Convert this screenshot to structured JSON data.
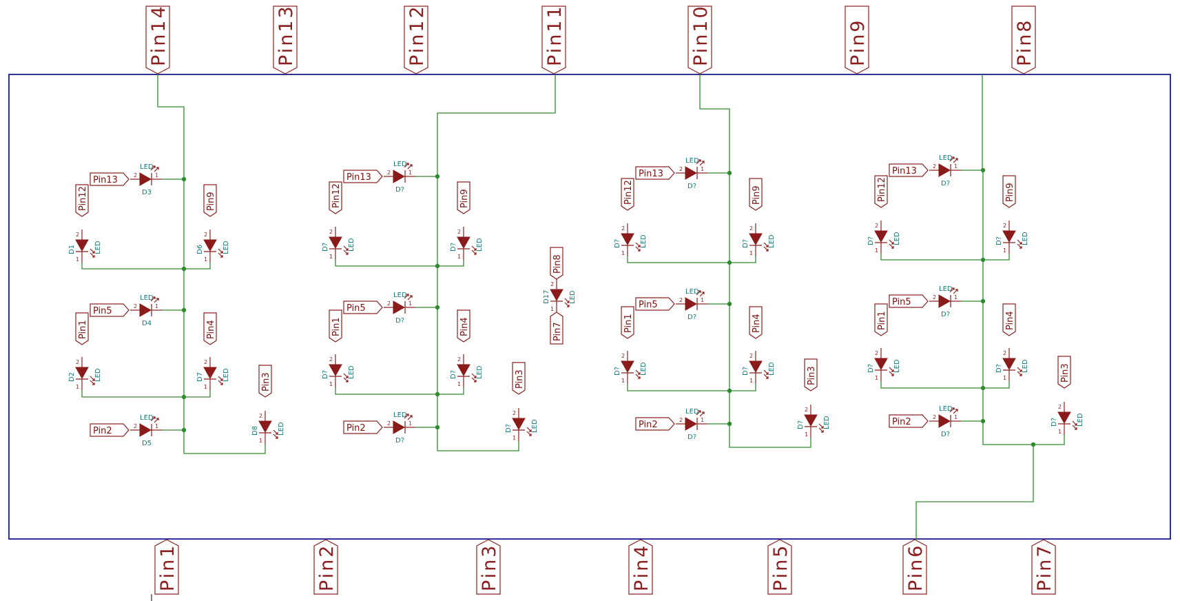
{
  "top_connectors": [
    "Pin14",
    "Pin13",
    "Pin12",
    "Pin11",
    "Pin10",
    "Pin9",
    "Pin8"
  ],
  "bottom_connectors": [
    "Pin1",
    "Pin2",
    "Pin3",
    "Pin4",
    "Pin5",
    "Pin6",
    "Pin7"
  ],
  "digits": [
    {
      "segments": {
        "a": {
          "ref": "D3",
          "value": "LED",
          "net": "Pin13",
          "pin_a": "2",
          "pin_k": "1"
        },
        "f": {
          "ref": "D1",
          "value": "LED",
          "net": "Pin12",
          "pin_a": "2",
          "pin_k": "1"
        },
        "b": {
          "ref": "D6",
          "value": "LED",
          "net": "Pin9",
          "pin_a": "2",
          "pin_k": "1"
        },
        "g": {
          "ref": "D4",
          "value": "LED",
          "net": "Pin5",
          "pin_a": "2",
          "pin_k": "1"
        },
        "e": {
          "ref": "D2",
          "value": "LED",
          "net": "Pin1",
          "pin_a": "2",
          "pin_k": "1"
        },
        "c": {
          "ref": "D7",
          "value": "LED",
          "net": "Pin4",
          "pin_a": "2",
          "pin_k": "1"
        },
        "d": {
          "ref": "D5",
          "value": "LED",
          "net": "Pin2",
          "pin_a": "2",
          "pin_k": "1"
        },
        "dp": {
          "ref": "D8",
          "value": "LED",
          "net": "Pin3",
          "pin_a": "2",
          "pin_k": "1"
        }
      }
    },
    {
      "segments": {
        "a": {
          "ref": "D?",
          "value": "LED",
          "net": "Pin13",
          "pin_a": "2",
          "pin_k": "1"
        },
        "f": {
          "ref": "D?",
          "value": "LED",
          "net": "Pin12",
          "pin_a": "2",
          "pin_k": "1"
        },
        "b": {
          "ref": "D?",
          "value": "LED",
          "net": "Pin9",
          "pin_a": "2",
          "pin_k": "1"
        },
        "g": {
          "ref": "D?",
          "value": "LED",
          "net": "Pin5",
          "pin_a": "2",
          "pin_k": "1"
        },
        "e": {
          "ref": "D?",
          "value": "LED",
          "net": "Pin1",
          "pin_a": "2",
          "pin_k": "1"
        },
        "c": {
          "ref": "D?",
          "value": "LED",
          "net": "Pin4",
          "pin_a": "2",
          "pin_k": "1"
        },
        "d": {
          "ref": "D?",
          "value": "LED",
          "net": "Pin2",
          "pin_a": "2",
          "pin_k": "1"
        },
        "dp": {
          "ref": "D?",
          "value": "LED",
          "net": "Pin3",
          "pin_a": "2",
          "pin_k": "1"
        }
      }
    },
    {
      "segments": {
        "a": {
          "ref": "D?",
          "value": "LED",
          "net": "Pin13",
          "pin_a": "2",
          "pin_k": "1"
        },
        "f": {
          "ref": "D?",
          "value": "LED",
          "net": "Pin12",
          "pin_a": "2",
          "pin_k": "1"
        },
        "b": {
          "ref": "D?",
          "value": "LED",
          "net": "Pin9",
          "pin_a": "2",
          "pin_k": "1"
        },
        "g": {
          "ref": "D?",
          "value": "LED",
          "net": "Pin5",
          "pin_a": "2",
          "pin_k": "1"
        },
        "e": {
          "ref": "D?",
          "value": "LED",
          "net": "Pin1",
          "pin_a": "2",
          "pin_k": "1"
        },
        "c": {
          "ref": "D?",
          "value": "LED",
          "net": "Pin4",
          "pin_a": "2",
          "pin_k": "1"
        },
        "d": {
          "ref": "D?",
          "value": "LED",
          "net": "Pin2",
          "pin_a": "2",
          "pin_k": "1"
        },
        "dp": {
          "ref": "D?",
          "value": "LED",
          "net": "Pin3",
          "pin_a": "2",
          "pin_k": "1"
        }
      }
    },
    {
      "segments": {
        "a": {
          "ref": "D?",
          "value": "LED",
          "net": "Pin13",
          "pin_a": "2",
          "pin_k": "1"
        },
        "f": {
          "ref": "D?",
          "value": "LED",
          "net": "Pin12",
          "pin_a": "2",
          "pin_k": "1"
        },
        "b": {
          "ref": "D?",
          "value": "LED",
          "net": "Pin9",
          "pin_a": "2",
          "pin_k": "1"
        },
        "g": {
          "ref": "D?",
          "value": "LED",
          "net": "Pin5",
          "pin_a": "2",
          "pin_k": "1"
        },
        "e": {
          "ref": "D?",
          "value": "LED",
          "net": "Pin1",
          "pin_a": "2",
          "pin_k": "1"
        },
        "c": {
          "ref": "D?",
          "value": "LED",
          "net": "Pin4",
          "pin_a": "2",
          "pin_k": "1"
        },
        "d": {
          "ref": "D?",
          "value": "LED",
          "net": "Pin2",
          "pin_a": "2",
          "pin_k": "1"
        },
        "dp": {
          "ref": "D?",
          "value": "LED",
          "net": "Pin3",
          "pin_a": "2",
          "pin_k": "1"
        }
      }
    }
  ],
  "colon_led": {
    "ref": "D17",
    "value": "LED",
    "net_top": "Pin8",
    "net_bottom": "Pin7",
    "pin_a": "2",
    "pin_k": "1"
  },
  "colors": {
    "frame": "#1a1a8c",
    "wire": "#2e8b2e",
    "component": "#8b1a1a",
    "reference_text": "#1a7a7a",
    "label_text": "#7a1010"
  }
}
